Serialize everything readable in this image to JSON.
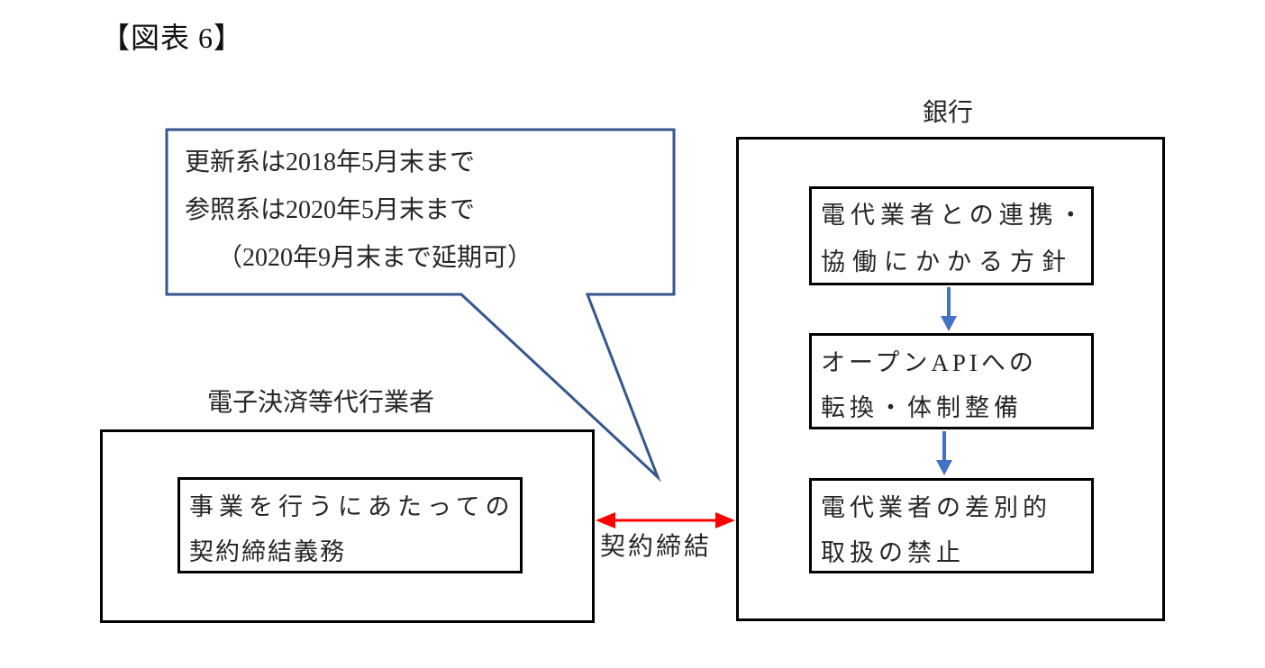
{
  "figure_title": "【図表 6】",
  "callout": {
    "lines": [
      "更新系は2018年5月末まで",
      "参照系は2020年5月末まで",
      "（2020年9月末まで延期可）"
    ]
  },
  "left_section": {
    "label": "電子決済等代行業者",
    "box_lines": [
      "事業を行うにあたっての",
      "契約締結義務"
    ]
  },
  "connector": {
    "label": "契約締結"
  },
  "right_section": {
    "label": "銀行",
    "boxes": [
      {
        "lines": [
          "電代業者との連携・",
          "協働にかかる方針"
        ]
      },
      {
        "lines": [
          "オープンAPIへの",
          "転換・体制整備"
        ]
      },
      {
        "lines": [
          "電代業者の差別的",
          "取扱の禁止"
        ]
      }
    ]
  },
  "colors": {
    "callout_border": "#35568E",
    "flow_arrow_blue": "#4472C4",
    "connector_arrow_red": "#FF0000",
    "box_border": "#000000",
    "text": "#262626"
  }
}
